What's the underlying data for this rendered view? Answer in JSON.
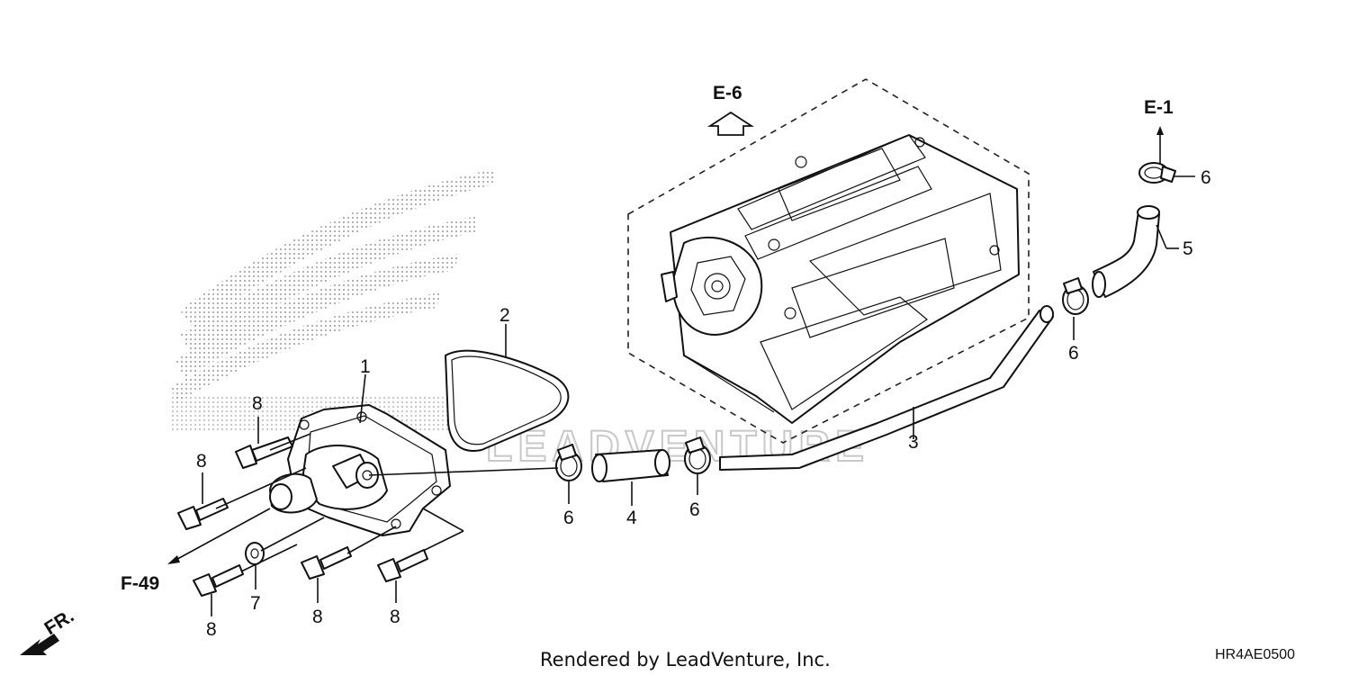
{
  "callouts": {
    "n1": "1",
    "n2": "2",
    "n3": "3",
    "n4": "4",
    "n5": "5",
    "n6": "6",
    "n7": "7",
    "n8": "8"
  },
  "refs": {
    "e6": "E-6",
    "e1": "E-1",
    "f49": "F-49",
    "fr": "FR."
  },
  "footer": {
    "credit": "Rendered by LeadVenture, Inc.",
    "diagram_code": "HR4AE0500"
  },
  "watermark": {
    "text": "LEADVENTURE"
  },
  "colors": {
    "line": "#111111",
    "watermark": "#bdbdbd"
  }
}
